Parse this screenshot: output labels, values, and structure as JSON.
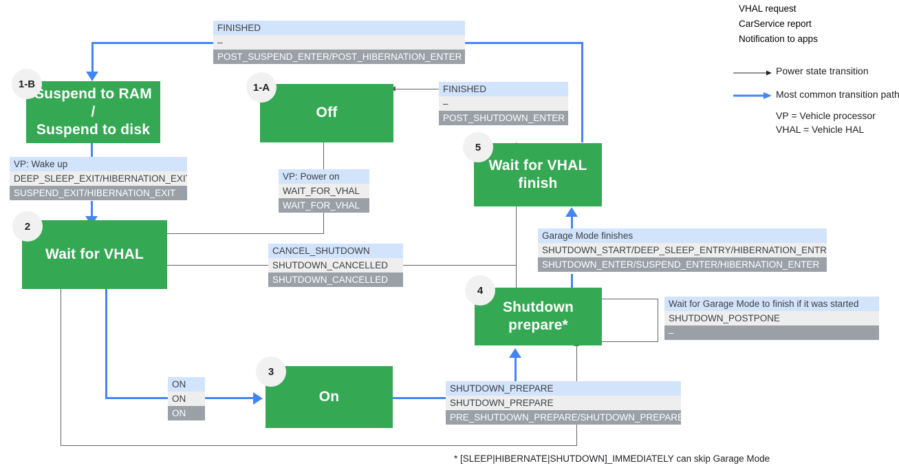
{
  "legend": {
    "rows": [
      {
        "kind": "vhal",
        "text": "VHAL request"
      },
      {
        "kind": "car",
        "text": "CarService report"
      },
      {
        "kind": "notif",
        "text": "Notification to apps"
      }
    ],
    "keys": [
      {
        "icon": "grey-arrow-icon",
        "label": "Power state transition"
      },
      {
        "icon": "blue-arrow-icon",
        "label": "Most common transition path"
      }
    ],
    "definitions": [
      "VP = Vehicle processor",
      "VHAL = Vehicle HAL"
    ],
    "colors": {
      "vhal_request": "#d2e3fc",
      "carservice_report": "#eeeeee",
      "notification_to_apps": "#9aa0a6",
      "state_box": "#34a853",
      "grey_arrow": "#5f6368",
      "blue_arrow": "#4285f4",
      "badge": "#f1f1f1"
    }
  },
  "states": [
    {
      "id": "suspend",
      "badge": "1-B",
      "label": "Suspend to RAM\n/\nSuspend to disk"
    },
    {
      "id": "off",
      "badge": "1-A",
      "label": "Off"
    },
    {
      "id": "wait_vhal",
      "badge": "2",
      "label": "Wait for VHAL"
    },
    {
      "id": "on",
      "badge": "3",
      "label": "On"
    },
    {
      "id": "shutdown_prep",
      "badge": "4",
      "label": "Shutdown\nprepare*"
    },
    {
      "id": "wait_vhal_fin",
      "badge": "5",
      "label": "Wait for VHAL\nfinish"
    }
  ],
  "transitions": [
    {
      "id": "post_suspend_enter",
      "vhal": "FINISHED",
      "car": "–",
      "notif": "POST_SUSPEND_ENTER/POST_HIBERNATION_ENTER"
    },
    {
      "id": "suspend_exit",
      "vhal": "VP: Wake up",
      "car": "DEEP_SLEEP_EXIT/HIBERNATION_EXIT",
      "notif": "SUSPEND_EXIT/HIBERNATION_EXIT"
    },
    {
      "id": "power_on",
      "vhal": "VP: Power on",
      "car": "WAIT_FOR_VHAL",
      "notif": "WAIT_FOR_VHAL"
    },
    {
      "id": "post_shutdown_enter",
      "vhal": "FINISHED",
      "car": "–",
      "notif": "POST_SHUTDOWN_ENTER"
    },
    {
      "id": "garage_mode_finishes",
      "vhal": "Garage Mode finishes",
      "car": "SHUTDOWN_START/DEEP_SLEEP_ENTRY/HIBERNATION_ENTRY",
      "notif": "SHUTDOWN_ENTER/SUSPEND_ENTER/HIBERNATION_ENTER"
    },
    {
      "id": "cancel_shutdown",
      "vhal": "CANCEL_SHUTDOWN",
      "car": "SHUTDOWN_CANCELLED",
      "notif": "SHUTDOWN_CANCELLED"
    },
    {
      "id": "shutdown_postpone",
      "vhal": "Wait for Garage Mode to finish if it was started",
      "car": "SHUTDOWN_POSTPONE",
      "notif": "–"
    },
    {
      "id": "on_transition",
      "vhal": "ON",
      "car": "ON",
      "notif": "ON"
    },
    {
      "id": "shutdown_prepare",
      "vhal": "SHUTDOWN_PREPARE",
      "car": "SHUTDOWN_PREPARE",
      "notif": "PRE_SHUTDOWN_PREPARE/SHUTDOWN_PREPARE"
    }
  ],
  "footnote": "* [SLEEP|HIBERNATE|SHUTDOWN]_IMMEDIATELY can skip Garage Mode"
}
